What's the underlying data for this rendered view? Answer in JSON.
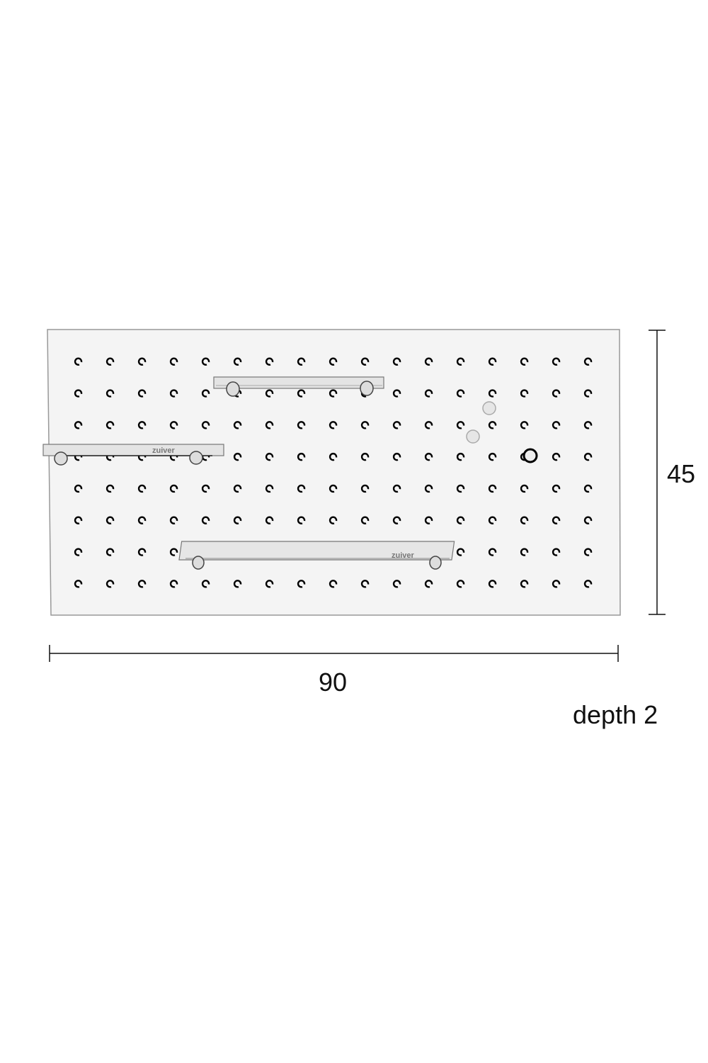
{
  "diagram": {
    "width_label": "90",
    "height_label": "45",
    "depth_label": "depth 2",
    "brand_mark": "zuiver",
    "hole_grid": {
      "columns": 17,
      "rows": 8
    },
    "colors": {
      "board": "#f4f4f4",
      "outline": "#888888",
      "hole": "#000000",
      "shelf": "#e2e2e2",
      "dimension_line": "#111111"
    }
  }
}
